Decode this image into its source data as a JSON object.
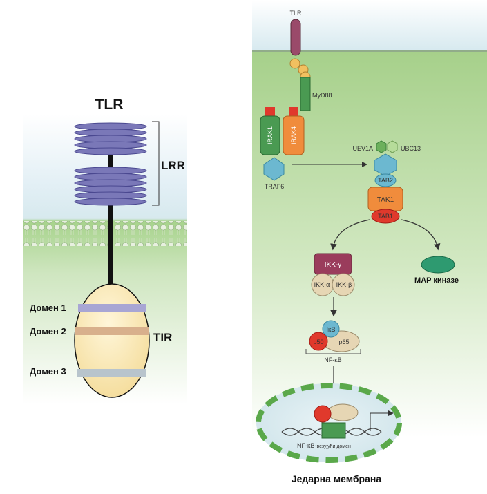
{
  "left_panel": {
    "title": "TLR",
    "lrr_label": "LRR",
    "tir_label": "TIR",
    "domains": [
      "Домен 1",
      "Домен 2",
      "Домен 3"
    ]
  },
  "right_panel": {
    "tlr_label": "TLR",
    "myd88_label": "MyD88",
    "irak1_label": "IRAK1",
    "irak4_label": "IRAK4",
    "traf6_label": "TRAF6",
    "uev1a_label": "UEV1A",
    "ubc13_label": "UBC13",
    "tab2_label": "TAB2",
    "tak1_label": "TAK1",
    "tab1_label": "TAB1",
    "ikk_gamma_label": "IKK-γ",
    "ikk_alpha_label": "IKK-α",
    "ikk_beta_label": "IKK-β",
    "ikb_label": "IκB",
    "p50_label": "p50",
    "p65_label": "p65",
    "nfkb_label": "NF-κB",
    "map_label": "MAP киназе",
    "dna_label_main": "NF-κB-",
    "dna_label_small": "везујући домен",
    "nuclear_label": "Једарна мембрана"
  },
  "colors": {
    "extracellular": "#dcecf2",
    "cytoplasm": "#a9d38e",
    "lrr": "#7a78b8",
    "tir_body": "#f7e3a6",
    "irak1": "#4a9a52",
    "irak4": "#f08c3c",
    "tak1": "#f08c3c",
    "tab1": "#e0392c",
    "ikk_gamma": "#9a3c5c",
    "map_kinase": "#2e9a70"
  }
}
